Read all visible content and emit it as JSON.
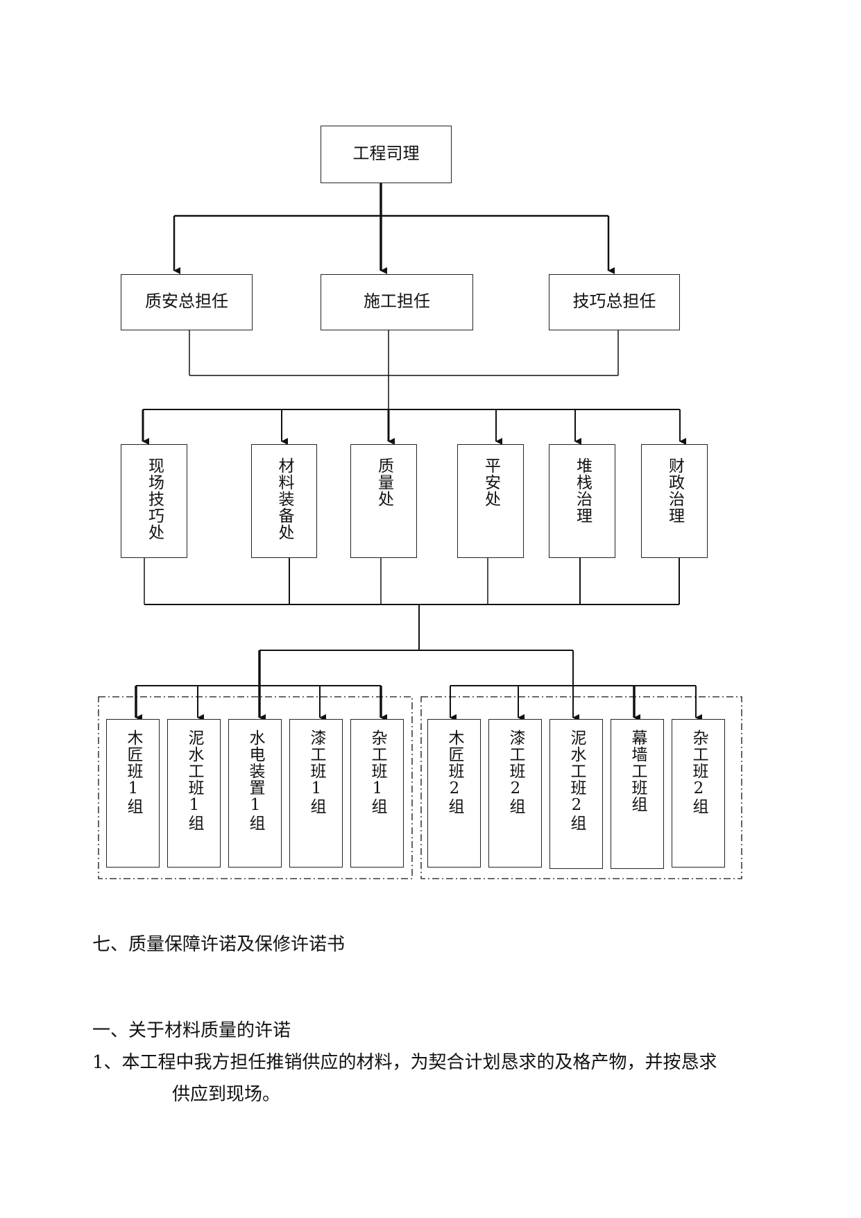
{
  "org_chart": {
    "top": "工程司理",
    "managers": [
      "质安总担任",
      "施工担任",
      "技巧总担任"
    ],
    "departments": [
      "现场技巧处",
      "材料装备处",
      "质量处",
      "平安处",
      "堆栈治理",
      "财政治理"
    ],
    "teams_group_1": [
      "木匠班1组",
      "泥水工班1组",
      "水电装置1组",
      "漆工班1组",
      "杂工班1组"
    ],
    "teams_group_2": [
      "木匠班2组",
      "漆工班2组",
      "泥水工班2组",
      "幕墙工班组",
      "杂工班2组"
    ]
  },
  "text": {
    "section_heading": "七、质量保障许诺及保修许诺书",
    "subheading": "一、关于材料质量的许诺",
    "item_1_line_1": "1、本工程中我方担任推销供应的材料，为契合计划恳求的及格产物，并按恳求",
    "item_1_line_2": "供应到现场。"
  }
}
